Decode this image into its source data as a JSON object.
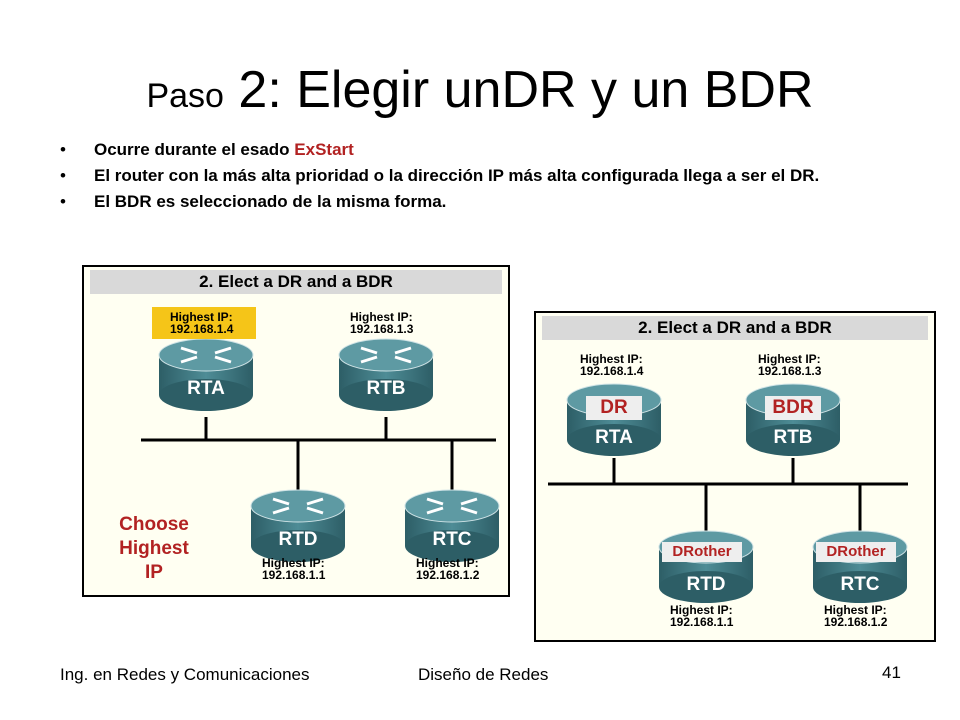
{
  "slide": {
    "title_prefix": "Paso",
    "title_rest": " 2: Elegir unDR y un BDR",
    "bullet_char": "•",
    "bullets": {
      "b1_text": "Ocurre durante el esado ",
      "b1_highlight": "ExStart",
      "b2_text": "El router con la más alta prioridad o la dirección IP más alta configurada llega a ser el DR.",
      "b3_text": " El BDR es seleccionado de la misma forma."
    },
    "footer_left": "Ing. en Redes y Comunicaciones",
    "footer_center": "Diseño de Redes",
    "page_number": "41"
  },
  "panel1": {
    "header": "2. Elect a DR and a BDR",
    "routers": {
      "rta": {
        "label": "RTA",
        "ip_title": "Highest IP:",
        "ip": "192.168.1.4"
      },
      "rtb": {
        "label": "RTB",
        "ip_title": "Highest IP:",
        "ip": "192.168.1.3"
      },
      "rtd": {
        "label": "RTD",
        "ip_title": "Highest IP:",
        "ip": "192.168.1.1"
      },
      "rtc": {
        "label": "RTC",
        "ip_title": "Highest IP:",
        "ip": "192.168.1.2"
      }
    },
    "choose": {
      "line1": "Choose",
      "line2": "Highest",
      "line3": "IP"
    }
  },
  "panel2": {
    "header": "2. Elect a DR and a BDR",
    "routers": {
      "rta": {
        "label": "RTA",
        "role": "DR",
        "ip_title": "Highest IP:",
        "ip": "192.168.1.4"
      },
      "rtb": {
        "label": "RTB",
        "role": "BDR",
        "ip_title": "Highest IP:",
        "ip": "192.168.1.3"
      },
      "rtd": {
        "label": "RTD",
        "role": "DRother",
        "ip_title": "Highest IP:",
        "ip": "192.168.1.1"
      },
      "rtc": {
        "label": "RTC",
        "role": "DRother",
        "ip_title": "Highest IP:",
        "ip": "192.168.1.2"
      }
    }
  },
  "colors": {
    "accent_red": "#b22222",
    "highlight_yellow": "#f5c518",
    "router_teal": "#3f7a84",
    "panel_bg": "#fffff2"
  }
}
